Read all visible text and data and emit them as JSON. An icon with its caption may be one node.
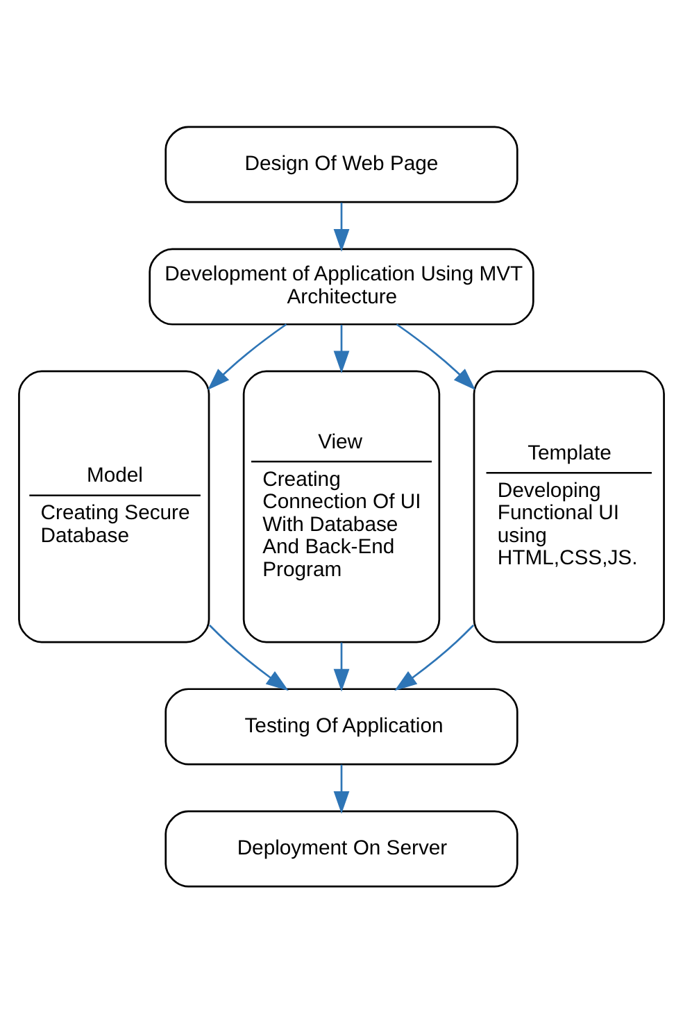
{
  "diagram": {
    "nodes": [
      {
        "text": [
          "Design Of Web Page"
        ]
      },
      {
        "text": [
          "Development of Application Using MVT Architecture"
        ]
      },
      {
        "text": [
          "Model",
          "Creating Secure Database"
        ]
      },
      {
        "text": [
          "View",
          "Creating Connection Of UI With Database And Back-End Program"
        ]
      },
      {
        "text": [
          "Template",
          "Developing Functional UI using HTML,CSS,JS."
        ]
      },
      {
        "text": [
          "Testing Of Application"
        ]
      },
      {
        "text": [
          "Deployment On Server"
        ]
      }
    ],
    "edges": [
      {
        "from": 0,
        "to": 1,
        "arrow": "to"
      },
      {
        "from": 1,
        "to": 2,
        "arrow": "to"
      },
      {
        "from": 1,
        "to": 3,
        "arrow": "to"
      },
      {
        "from": 1,
        "to": 4,
        "arrow": "to"
      },
      {
        "from": 2,
        "to": 5,
        "arrow": "to"
      },
      {
        "from": 3,
        "to": 5,
        "arrow": "to"
      },
      {
        "from": 4,
        "to": 5,
        "arrow": "to"
      },
      {
        "from": 5,
        "to": 6,
        "arrow": "to"
      }
    ]
  }
}
